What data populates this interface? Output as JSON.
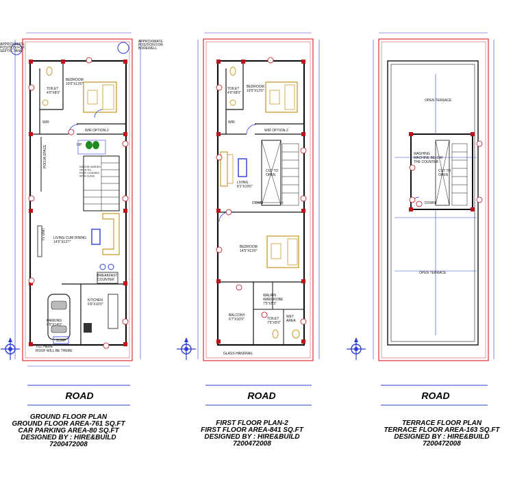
{
  "plans": [
    {
      "road": "ROAD",
      "caption": [
        "GROUND FLOOR PLAN",
        "GROUND FLOOR AREA-761 SQ.FT",
        "CAR PARKING AREA-80 SQ.FT",
        "DESIGNED BY : HIRE&BUILD",
        "7200472008"
      ],
      "notes": {
        "septic": [
          "APPROXIMATE",
          "POSITION FOR",
          "SEPTIC TANK"
        ],
        "borewell": [
          "APPROXIMATE",
          "POSITION FOR",
          "BOREWELL"
        ],
        "garden": [
          "INDOOR GARDEN",
          "OPEN TILL",
          "ROOF COVERED",
          "WITH GLASS"
        ],
        "till": [
          "TILL HERE",
          "ROOF WILL BE THERE"
        ]
      },
      "rooms": {
        "toilet": [
          "TOILET",
          "4'0\"X8'0\""
        ],
        "bedroom": [
          "BEDROOM",
          "10'0\"X13'0\""
        ],
        "wr": "W/R",
        "wr_option": "W/R OPTION-2",
        "pooja": "POOJA SPACE",
        "up": "UP",
        "tv": "TV UNIT",
        "living": [
          "LIVING CUM DINING",
          "14'5\"X13'7\""
        ],
        "breakfast": [
          "BREAKFAST",
          "COUNTER"
        ],
        "kitchen": [
          "KITCHEN",
          "6'6\"X10'0\""
        ],
        "parking": [
          "PARKING",
          "9'6\"X14'0\""
        ],
        "sump": "SUMP"
      }
    },
    {
      "road": "ROAD",
      "caption": [
        "FIRST FLOOR PLAN-2",
        "FIRST FLOOR AREA-841 SQ.FT",
        "DESIGNED BY : HIRE&BUILD",
        "7200472008"
      ],
      "rooms": {
        "toilet": [
          "TOILET",
          "4'0\"X8'0\""
        ],
        "bedroom1": [
          "BEDROOM",
          "10'0\"X13'0\""
        ],
        "wr": "W/R",
        "wr_option": "W/R OPTION-2",
        "cut": [
          "CUT TO",
          "OPEN"
        ],
        "living": [
          "LIVING",
          "8'1\"X19'6\""
        ],
        "down": "DOWN",
        "bedroom2": [
          "BEDROOM",
          "14'5\"X13'0\""
        ],
        "balcony": [
          "BALCONY",
          "6'7\"X10'9\""
        ],
        "walkin": [
          "WALKIN",
          "WARDROBE",
          "7'5\"X5'3\""
        ],
        "toilet2": [
          "TOILET",
          "7'5\"X5'0\""
        ],
        "wet": [
          "WET",
          "AREA"
        ],
        "glass": "GLASS HANDRAIL"
      }
    },
    {
      "road": "ROAD",
      "caption": [
        "TERRACE FLOOR PLAN",
        "TERRACE FLOOR AREA-163 SQ.FT",
        "DESIGNED BY : HIRE&BUILD",
        "7200472008"
      ],
      "rooms": {
        "open_top": "OPEN TERRACE",
        "washing": [
          "WASHING",
          "MACHINE BELOW",
          "THE COUNTER"
        ],
        "cut": [
          "CUT TO",
          "OPEN"
        ],
        "down": "DOWN",
        "open_bottom": "OPEN TERRACE"
      }
    }
  ],
  "colors": {
    "wall": "#111111",
    "plot": "#e0303a",
    "blue": "#2b3bd6",
    "column": "#c0121b",
    "furniture": "#c89a2a"
  }
}
